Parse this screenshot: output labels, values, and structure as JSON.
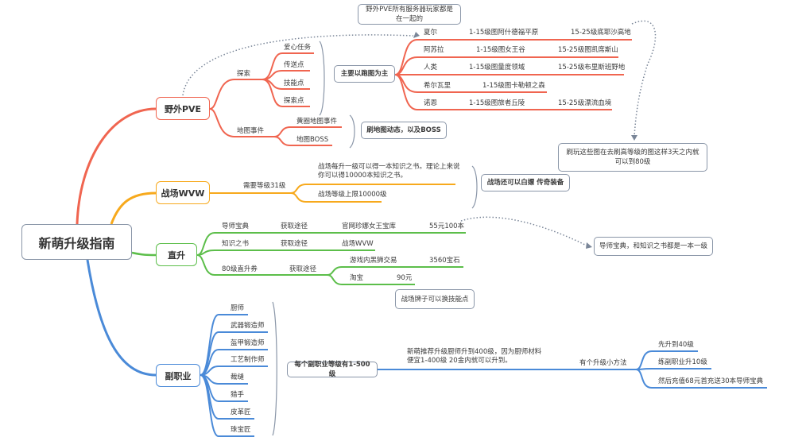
{
  "root": {
    "label": "新萌升级指南"
  },
  "colors": {
    "pve": "#f06550",
    "wvw": "#f7a91c",
    "direct": "#5cbe4a",
    "sub": "#4a8ad8",
    "note_border": "#8a96a8",
    "dotted": "#7a8698"
  },
  "pve": {
    "label": "野外PVE",
    "top_note": "野外PVE所有服务器玩家都是在一起的",
    "explore": {
      "label": "探索",
      "items": [
        "爱心任务",
        "传送点",
        "技能点",
        "探索点"
      ],
      "summary": "主要以跑图为主",
      "maps": [
        {
          "race": "夏尔",
          "low": "1-15级图阿什德福平原",
          "high": "15-25级底耶沙高地"
        },
        {
          "race": "阿苏拉",
          "low": "1-15级图女王谷",
          "high": "15-25级图凯席斯山"
        },
        {
          "race": "人类",
          "low": "1-15级图量度领域",
          "high": "15-25级布里斯班野地"
        },
        {
          "race": "希尔瓦里",
          "low": "1-15级图卡勒顿之森",
          "high": ""
        },
        {
          "race": "诺恩",
          "low": "1-15级图旅者丘陵",
          "high": "15-25级漂流血境"
        }
      ]
    },
    "events": {
      "label": "地图事件",
      "items": [
        "黄圈地图事件",
        "地图BOSS"
      ],
      "summary": "刷地图动态，以及BOSS"
    },
    "right_note": "刷玩这些图在去刷高等级的图这样3天之内就可以到80级"
  },
  "wvw": {
    "label": "战场WVW",
    "requirement": "需要等级31级",
    "items": [
      "战场每升一级可以得一本知识之书。理论上来说你可以得10000本知识之书。",
      "战场等级上限10000级"
    ],
    "summary": "战场还可以白嫖 传奇装备"
  },
  "direct": {
    "label": "直升",
    "rows": [
      {
        "name": "导师宝典",
        "via": "获取途径",
        "source": "官网珍娜女王宝库",
        "price": "55元100本"
      },
      {
        "name": "知识之书",
        "via": "获取途径",
        "source": "战场WVW",
        "price": ""
      }
    ],
    "ticket": {
      "name": "80级直升券",
      "via": "获取途径",
      "sources": [
        {
          "source": "游戏内黑狮交易",
          "price": "3560宝石"
        },
        {
          "source": "淘宝",
          "price": "90元"
        }
      ]
    },
    "note": "导师宝典，和知识之书都是一本一级",
    "badge_note": "战场牌子可以换技能点"
  },
  "sub": {
    "label": "副职业",
    "items": [
      "厨师",
      "武器锻造师",
      "盔甲锻造师",
      "工艺制作师",
      "裁缝",
      "猎手",
      "皮革匠",
      "珠宝匠"
    ],
    "summary": "每个副职业等级有1-500级",
    "advice": "新萌推荐升级厨师升到400级，因为厨师材料便宜1-400级 20金内就可以升到。",
    "method_label": "有个升级小方法",
    "methods": [
      "先升到40级",
      "练副职业升10级",
      "然后充值68元首充送30本导师宝典"
    ]
  }
}
